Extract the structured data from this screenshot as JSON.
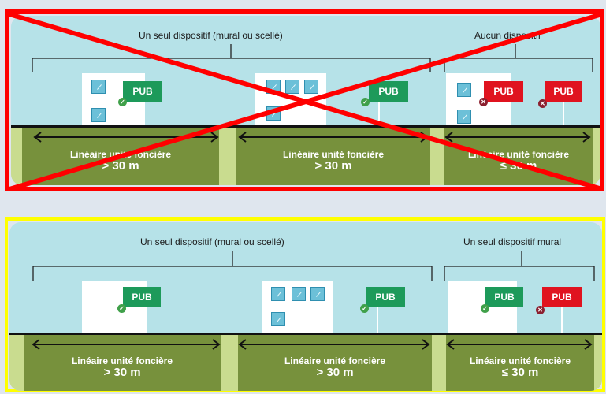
{
  "top": {
    "label_left": "Un seul dispositif (mural ou scellé)",
    "label_right": "Aucun dispositif",
    "pub": "PUB",
    "parcels": [
      {
        "line1": "Linéaire unité foncière",
        "line2": "> 30 m"
      },
      {
        "line1": "Linéaire unité foncière",
        "line2": "> 30 m"
      },
      {
        "line1": "Linéaire unité foncière",
        "line2": "≤ 30 m"
      }
    ],
    "status": "crossed-out",
    "status_color": "#ff0000"
  },
  "bottom": {
    "label_left": "Un seul dispositif (mural ou scellé)",
    "label_right": "Un seul dispositif mural",
    "pub": "PUB",
    "parcels": [
      {
        "line1": "Linéaire unité foncière",
        "line2": "> 30 m"
      },
      {
        "line1": "Linéaire unité foncière",
        "line2": "> 30 m"
      },
      {
        "line1": "Linéaire unité foncière",
        "line2": "≤ 30 m"
      }
    ],
    "status": "highlighted",
    "status_color": "#ffff00"
  },
  "colors": {
    "sky": "#b6e2e8",
    "parcel": "#77913c",
    "gap": "#c9dc8f",
    "pub_allowed": "#1d9a5a",
    "pub_forbidden": "#e0131f"
  }
}
